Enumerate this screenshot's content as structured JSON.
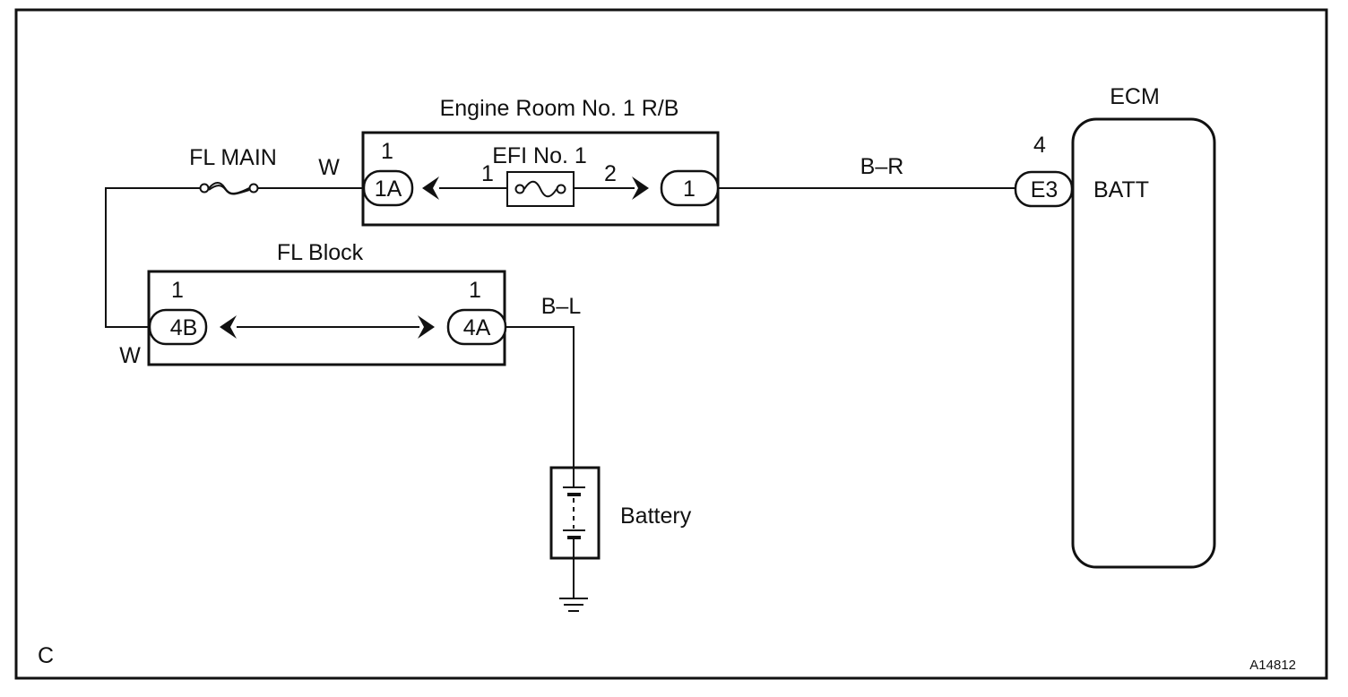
{
  "frame": {
    "corner_label": "C",
    "figure_code": "A14812"
  },
  "relay_block": {
    "title": "Engine Room No. 1 R/B",
    "connector_left": {
      "label": "1A",
      "pin": "1"
    },
    "fuse": {
      "label": "EFI No. 1",
      "pin_left": "1",
      "pin_right": "2"
    },
    "connector_right": {
      "label": "1"
    }
  },
  "fusible_link": {
    "label": "FL MAIN"
  },
  "fl_block": {
    "title": "FL Block",
    "connector_left": {
      "label": "4B",
      "pin": "1"
    },
    "connector_right": {
      "label": "4A",
      "pin": "1"
    }
  },
  "wires": {
    "fl_main_to_rb": "W",
    "fl_block_to_main": "W",
    "rb_to_ecm": "B–R",
    "fl_to_battery": "B–L"
  },
  "battery": {
    "label": "Battery"
  },
  "ecm": {
    "title": "ECM",
    "connector": {
      "label": "E3",
      "pin": "4"
    },
    "terminal": "BATT"
  }
}
